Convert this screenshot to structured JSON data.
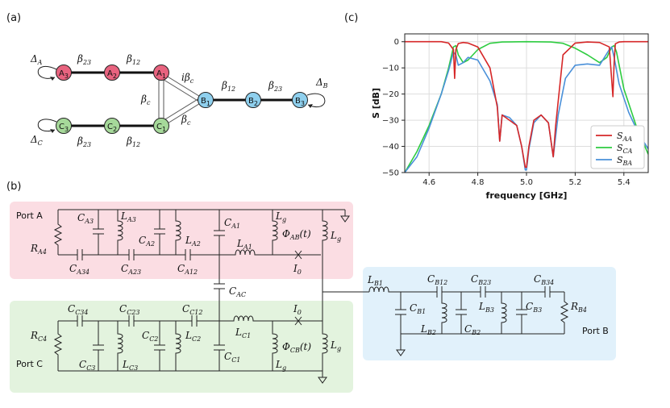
{
  "panels": {
    "a": "(a)",
    "b": "(b)",
    "c": "(c)"
  },
  "graph": {
    "nodes": {
      "A3": {
        "base": "A",
        "sub": "3"
      },
      "A2": {
        "base": "A",
        "sub": "2"
      },
      "A1": {
        "base": "A",
        "sub": "1"
      },
      "B1": {
        "base": "B",
        "sub": "1"
      },
      "B2": {
        "base": "B",
        "sub": "2"
      },
      "B3": {
        "base": "B",
        "sub": "3"
      },
      "C3": {
        "base": "C",
        "sub": "3"
      },
      "C2": {
        "base": "C",
        "sub": "2"
      },
      "C1": {
        "base": "C",
        "sub": "1"
      }
    },
    "colors": {
      "A": "#e8637f",
      "B": "#8fd0ee",
      "C": "#a6d99a"
    },
    "labels": {
      "beta23": {
        "base": "β",
        "sub": "23"
      },
      "beta12": {
        "base": "β",
        "sub": "12"
      },
      "betac": {
        "base": "β",
        "sub": "c"
      },
      "ibetac": {
        "base": "iβ",
        "sub": "c"
      },
      "deltaA": {
        "base": "Δ",
        "sub": "A"
      },
      "deltaB": {
        "base": "Δ",
        "sub": "B"
      },
      "deltaC": {
        "base": "Δ",
        "sub": "C"
      }
    }
  },
  "circuit": {
    "ports": {
      "a": "Port A",
      "b": "Port B",
      "c": "Port C"
    },
    "region_colors": {
      "a": "#fbdde3",
      "b": "#e1f1fb",
      "c": "#e3f3de"
    },
    "labels": {
      "CA3": {
        "base": "C",
        "sub": "A3"
      },
      "LA3": {
        "base": "L",
        "sub": "A3"
      },
      "CA2": {
        "base": "C",
        "sub": "A2"
      },
      "LA2": {
        "base": "L",
        "sub": "A2"
      },
      "CA1": {
        "base": "C",
        "sub": "A1"
      },
      "LA1": {
        "base": "L",
        "sub": "A1"
      },
      "CA34": {
        "base": "C",
        "sub": "A34"
      },
      "CA23": {
        "base": "C",
        "sub": "A23"
      },
      "CA12": {
        "base": "C",
        "sub": "A12"
      },
      "RA4": {
        "base": "R",
        "sub": "A4"
      },
      "Lg": {
        "base": "L",
        "sub": "g"
      },
      "PhiAB": {
        "base": "Φ",
        "sub": "AB",
        "tail": "(t)"
      },
      "PhiCB": {
        "base": "Φ",
        "sub": "CB",
        "tail": "(t)"
      },
      "I0": {
        "base": "I",
        "sub": "0"
      },
      "CAC": {
        "base": "C",
        "sub": "AC"
      },
      "CC34": {
        "base": "C",
        "sub": "C34"
      },
      "CC23": {
        "base": "C",
        "sub": "C23"
      },
      "CC12": {
        "base": "C",
        "sub": "C12"
      },
      "RC4": {
        "base": "R",
        "sub": "C4"
      },
      "CC3": {
        "base": "C",
        "sub": "C3"
      },
      "LC3": {
        "base": "L",
        "sub": "C3"
      },
      "CC2": {
        "base": "C",
        "sub": "C2"
      },
      "LC2": {
        "base": "L",
        "sub": "C2"
      },
      "LC1": {
        "base": "L",
        "sub": "C1"
      },
      "CC1": {
        "base": "C",
        "sub": "C1"
      },
      "LB1": {
        "base": "L",
        "sub": "B1"
      },
      "CB12": {
        "base": "C",
        "sub": "B12"
      },
      "CB23": {
        "base": "C",
        "sub": "B23"
      },
      "CB34": {
        "base": "C",
        "sub": "B34"
      },
      "CB1": {
        "base": "C",
        "sub": "B1"
      },
      "LB2": {
        "base": "L",
        "sub": "B2"
      },
      "CB2": {
        "base": "C",
        "sub": "B2"
      },
      "LB3": {
        "base": "L",
        "sub": "B3"
      },
      "CB3": {
        "base": "C",
        "sub": "B3"
      },
      "RB4": {
        "base": "R",
        "sub": "B4"
      }
    }
  },
  "chart_data": {
    "type": "line",
    "xlabel": "frequency [GHz]",
    "ylabel": "S [dB]",
    "xlim": [
      4.5,
      5.5
    ],
    "ylim": [
      -50,
      3
    ],
    "xticks": [
      4.6,
      4.8,
      5.0,
      5.2,
      5.4
    ],
    "yticks": [
      0,
      -10,
      -20,
      -30,
      -40,
      -50
    ],
    "xtick_labels": [
      "4.6",
      "4.8",
      "5.0",
      "5.2",
      "5.4"
    ],
    "ytick_labels": [
      "0",
      "−10",
      "−20",
      "−30",
      "−40",
      "−50"
    ],
    "grid": true,
    "legend_position": "lower-right",
    "series": [
      {
        "name": {
          "base": "S",
          "sub": "AA"
        },
        "color": "#d62728",
        "x": [
          4.5,
          4.6,
          4.65,
          4.68,
          4.7,
          4.705,
          4.71,
          4.72,
          4.74,
          4.76,
          4.8,
          4.85,
          4.88,
          4.89,
          4.9,
          4.93,
          4.96,
          4.98,
          4.995,
          5.0,
          5.01,
          5.03,
          5.06,
          5.09,
          5.11,
          5.12,
          5.15,
          5.2,
          5.25,
          5.3,
          5.34,
          5.355,
          5.36,
          5.365,
          5.38,
          5.4,
          5.5
        ],
        "y": [
          0,
          0,
          0,
          -0.5,
          -3,
          -14,
          -3,
          -0.7,
          -0.3,
          -0.5,
          -2,
          -10,
          -25,
          -38,
          -28,
          -30,
          -32,
          -40,
          -48,
          -48,
          -40,
          -30,
          -28,
          -31,
          -44,
          -32,
          -5,
          -0.5,
          -0.1,
          -0.3,
          -2,
          -21,
          -8,
          -0.8,
          -0.1,
          0,
          0
        ]
      },
      {
        "name": {
          "base": "S",
          "sub": "CA"
        },
        "color": "#2ecc40",
        "x": [
          4.5,
          4.55,
          4.6,
          4.65,
          4.68,
          4.7,
          4.71,
          4.72,
          4.74,
          4.76,
          4.8,
          4.85,
          4.9,
          5.0,
          5.1,
          5.15,
          5.2,
          5.25,
          5.3,
          5.33,
          5.35,
          5.36,
          5.37,
          5.4,
          5.45,
          5.5
        ],
        "y": [
          -50,
          -42,
          -32,
          -20,
          -10,
          -2,
          -1.5,
          -5,
          -8,
          -7,
          -3,
          -0.6,
          -0.1,
          0,
          -0.1,
          -0.6,
          -2.5,
          -5,
          -8,
          -6,
          -2,
          -1.5,
          -4,
          -18,
          -32,
          -43
        ]
      },
      {
        "name": {
          "base": "S",
          "sub": "BA"
        },
        "color": "#4a90d9",
        "x": [
          4.5,
          4.55,
          4.6,
          4.65,
          4.68,
          4.7,
          4.71,
          4.72,
          4.74,
          4.76,
          4.8,
          4.85,
          4.88,
          4.89,
          4.9,
          4.93,
          4.96,
          4.98,
          4.995,
          5.0,
          5.01,
          5.03,
          5.06,
          5.09,
          5.11,
          5.13,
          5.16,
          5.2,
          5.25,
          5.3,
          5.34,
          5.35,
          5.36,
          5.38,
          5.42,
          5.46,
          5.5
        ],
        "y": [
          -50,
          -44,
          -33,
          -20,
          -11,
          -4,
          -5,
          -9,
          -8,
          -6,
          -7,
          -15,
          -24,
          -38,
          -28,
          -29,
          -32,
          -40,
          -49,
          -49,
          -41,
          -31,
          -28,
          -31,
          -44,
          -28,
          -14,
          -9,
          -8.5,
          -9,
          -3,
          -2,
          -6,
          -16,
          -27,
          -35,
          -41
        ]
      }
    ]
  }
}
